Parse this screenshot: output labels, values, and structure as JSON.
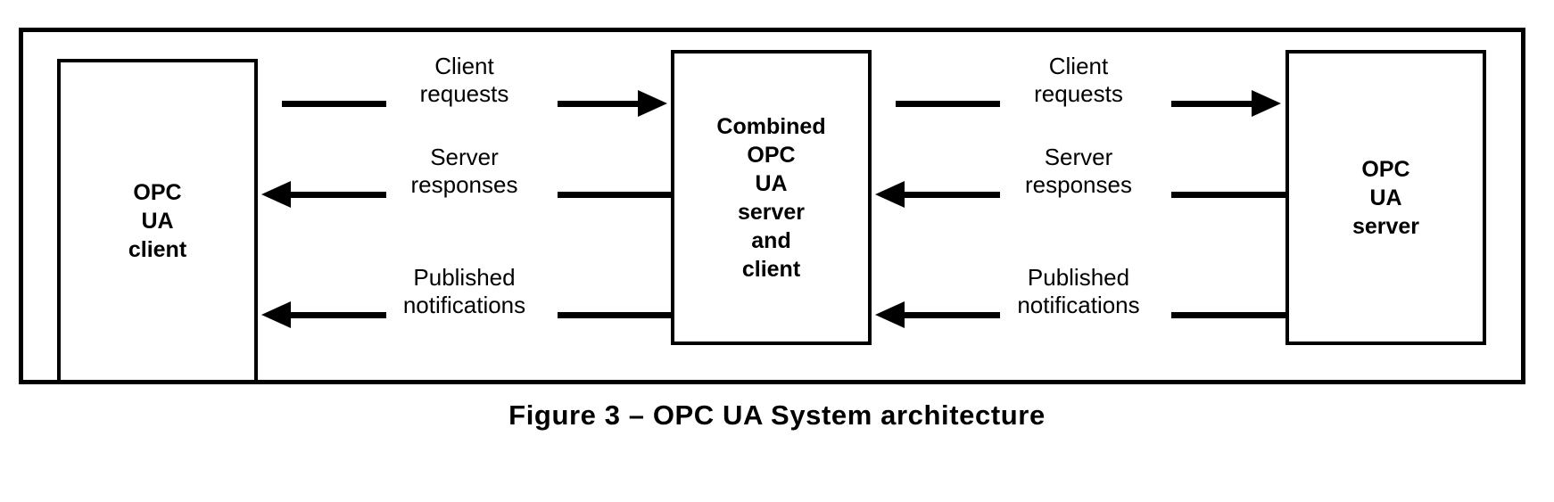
{
  "figure": {
    "caption": "Figure 3 – OPC UA System architecture",
    "colors": {
      "stroke": "#000000",
      "background": "#ffffff"
    }
  },
  "nodes": [
    {
      "id": "opc-ua-client",
      "lines": [
        "OPC",
        "UA",
        "client"
      ]
    },
    {
      "id": "combined-opc-ua-server-and-client",
      "lines": [
        "Combined",
        "OPC",
        "UA",
        "server",
        "and",
        "client"
      ]
    },
    {
      "id": "opc-ua-server",
      "lines": [
        "OPC",
        "UA",
        "server"
      ]
    }
  ],
  "flows": {
    "left_group": [
      {
        "id": "client-requests-left",
        "lines": [
          "Client",
          "requests"
        ],
        "direction": "right"
      },
      {
        "id": "server-responses-left",
        "lines": [
          "Server",
          "responses"
        ],
        "direction": "left"
      },
      {
        "id": "published-notifications-left",
        "lines": [
          "Published",
          "notifications"
        ],
        "direction": "left"
      }
    ],
    "right_group": [
      {
        "id": "client-requests-right",
        "lines": [
          "Client",
          "requests"
        ],
        "direction": "right"
      },
      {
        "id": "server-responses-right",
        "lines": [
          "Server",
          "responses"
        ],
        "direction": "left"
      },
      {
        "id": "published-notifications-right",
        "lines": [
          "Published",
          "notifications"
        ],
        "direction": "left"
      }
    ]
  }
}
